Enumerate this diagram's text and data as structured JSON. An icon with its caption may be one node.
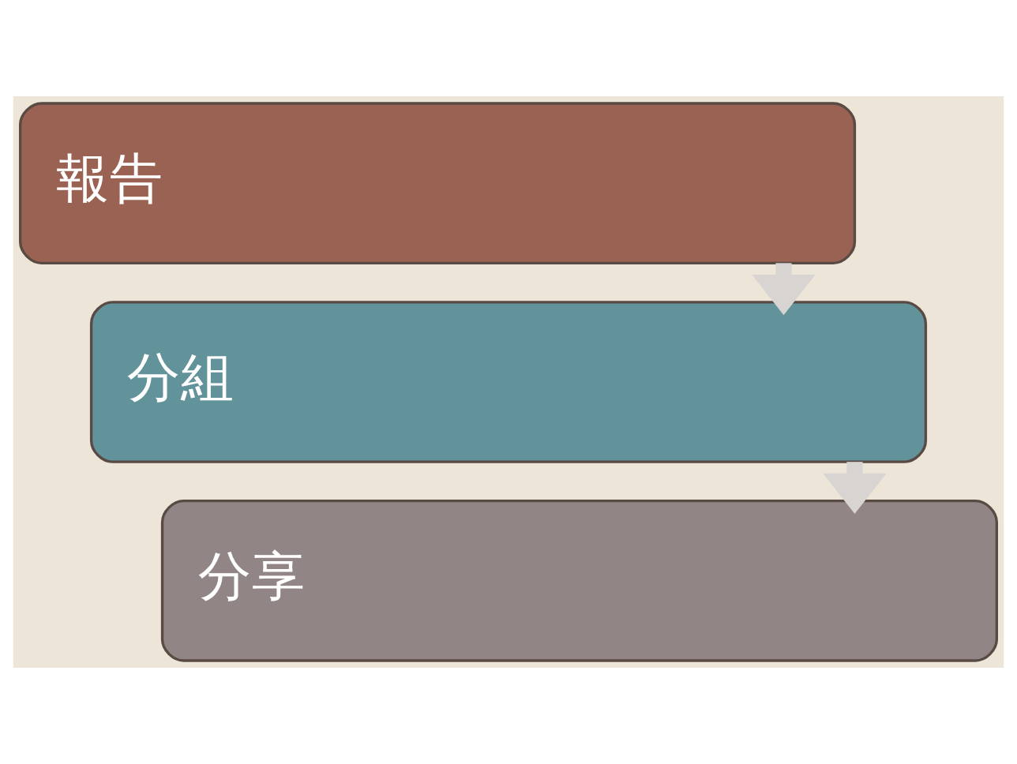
{
  "diagram": {
    "nodes": [
      {
        "text": [
          "報告"
        ]
      },
      {
        "text": [
          "分組"
        ]
      },
      {
        "text": [
          "分享"
        ]
      }
    ],
    "edges": [
      {
        "from": 0,
        "to": 1,
        "arrow": "to"
      },
      {
        "from": 1,
        "to": 2,
        "arrow": "to"
      }
    ]
  }
}
